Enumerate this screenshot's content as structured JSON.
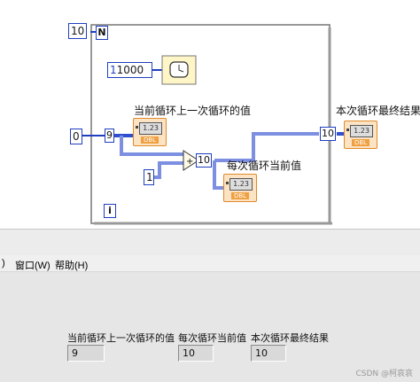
{
  "block_diagram": {
    "loop_count_const": "10",
    "loop_count_terminal": "N",
    "wait_ms_const": "1000",
    "shift_init_const": "0",
    "shift_left_value": "9",
    "increment_const": "1",
    "add_output_value": "10",
    "shift_right_value": "10",
    "iteration_terminal": "i",
    "indicator_tag": "DBL",
    "indicator_screen": "1.23",
    "label_prev": "当前循环上一次循环的值",
    "label_current": "每次循环当前值",
    "label_final": "本次循环最终结果",
    "wire_color": "#1f3fbf",
    "indicator_color": "#e08a2a"
  },
  "menubar": {
    "item_left": ")",
    "window": "窗口(W)",
    "help": "帮助(H)"
  },
  "front_panel": {
    "indicators": [
      {
        "label": "当前循环上一次循环的值",
        "value": "9"
      },
      {
        "label": "每次循环当前值",
        "value": "10"
      },
      {
        "label": "本次循环最终结果",
        "value": "10"
      }
    ]
  },
  "watermark": "CSDN @柯哀哀"
}
